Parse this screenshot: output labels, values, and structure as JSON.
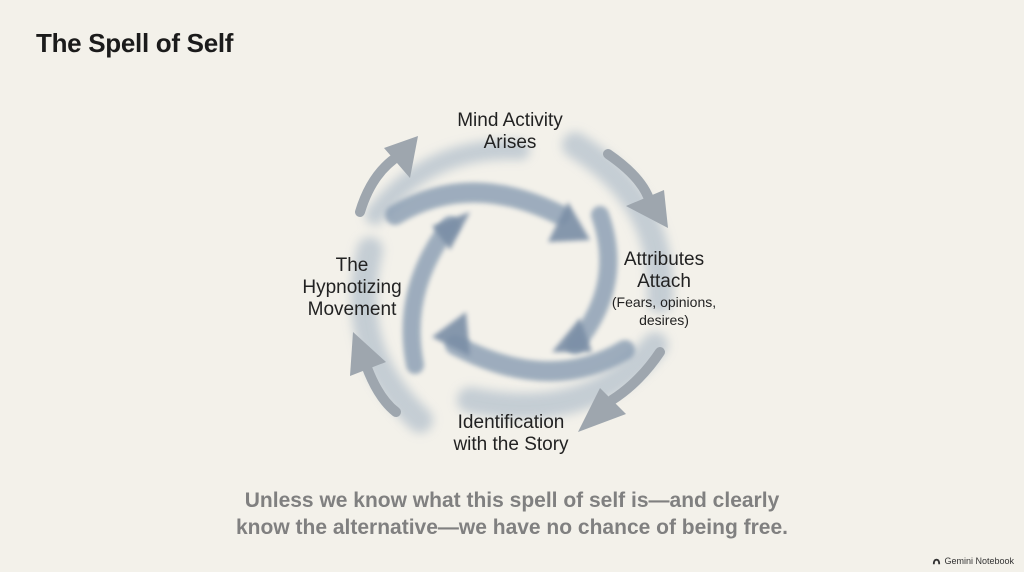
{
  "slide": {
    "title": "The Spell of Self",
    "caption_line1": "Unless we know what this spell of self is—and clearly",
    "caption_line2": "know the alternative—we have no chance of being free.",
    "brand": "Gemini Notebook"
  },
  "cycle": {
    "nodes": [
      {
        "id": "top",
        "lines": [
          "Mind Activity",
          "Arises"
        ]
      },
      {
        "id": "right",
        "lines": [
          "Attributes",
          "Attach"
        ],
        "sub_lines": [
          "(Fears, opinions,",
          "desires)"
        ]
      },
      {
        "id": "bottom",
        "lines": [
          "Identification",
          "with the Story"
        ]
      },
      {
        "id": "left",
        "lines": [
          "The",
          "Hypnotizing",
          "Movement"
        ]
      }
    ]
  },
  "colors": {
    "background": "#f3f1ea",
    "arrow_outer": "#9ea6ae",
    "swirl": "#8196ae",
    "caption": "#808080"
  }
}
